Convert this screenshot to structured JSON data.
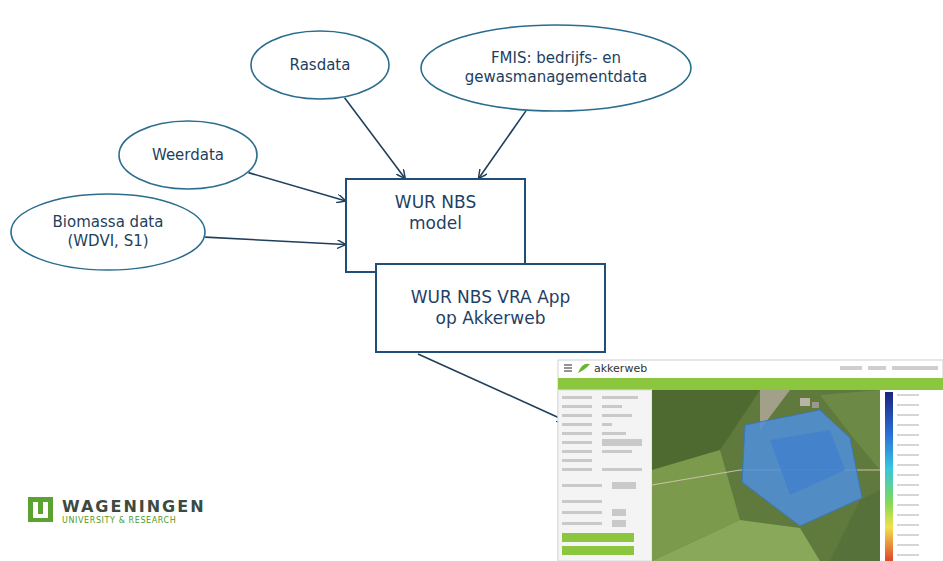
{
  "diagram": {
    "nodes": [
      {
        "text": [
          "Biomassa data (WDVI, S1)"
        ]
      },
      {
        "text": [
          "Weerdata"
        ]
      },
      {
        "text": [
          "Rasdata"
        ]
      },
      {
        "text": [
          "FMIS: bedrijfs- en gewasmanagementdata"
        ]
      },
      {
        "text": [
          "WUR NBS model"
        ]
      },
      {
        "text": [
          "WUR NBS VRA App op Akkerweb"
        ]
      }
    ],
    "edges": [
      {
        "from": 0,
        "to": 4,
        "arrow": "to"
      },
      {
        "from": 1,
        "to": 4,
        "arrow": "to"
      },
      {
        "from": 2,
        "to": 4,
        "arrow": "to"
      },
      {
        "from": 3,
        "to": 4,
        "arrow": "to"
      }
    ],
    "labels": [
      "WAGENINGEN",
      "UNIVERSITY & RESEARCH",
      "akkerweb"
    ]
  }
}
